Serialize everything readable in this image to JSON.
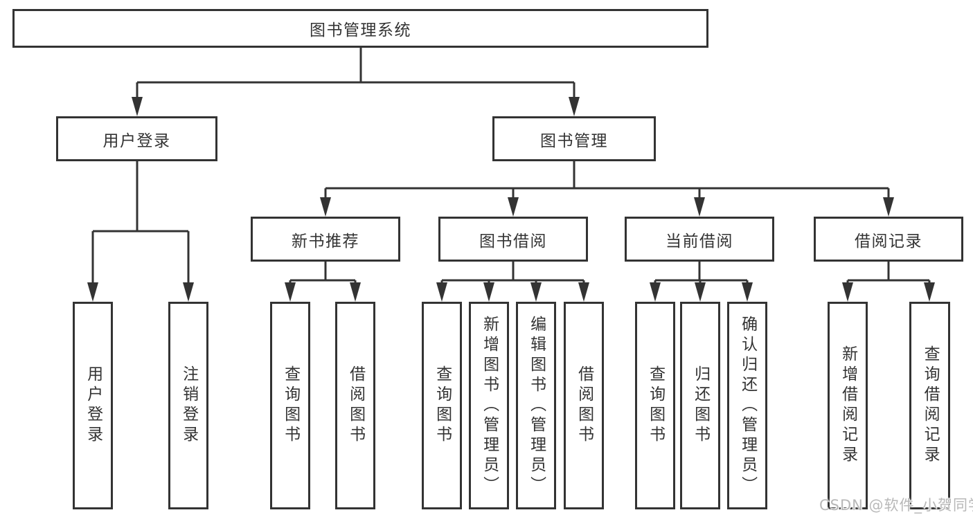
{
  "tree": {
    "label": "图书管理系统",
    "children": [
      {
        "label": "用户登录",
        "children": [
          {
            "label": "用户登录"
          },
          {
            "label": "注销登录"
          }
        ]
      },
      {
        "label": "图书管理",
        "children": [
          {
            "label": "新书推荐",
            "children": [
              {
                "label": "查询图书"
              },
              {
                "label": "借阅图书"
              }
            ]
          },
          {
            "label": "图书借阅",
            "children": [
              {
                "label": "查询图书"
              },
              {
                "label": "新增图书（管理员）"
              },
              {
                "label": "编辑图书（管理员）"
              },
              {
                "label": "借阅图书"
              }
            ]
          },
          {
            "label": "当前借阅",
            "children": [
              {
                "label": "查询图书"
              },
              {
                "label": "归还图书"
              },
              {
                "label": "确认归还（管理员）"
              }
            ]
          },
          {
            "label": "借阅记录",
            "children": [
              {
                "label": "新增借阅记录"
              },
              {
                "label": "查询借阅记录"
              }
            ]
          }
        ]
      }
    ]
  },
  "watermark": "CSDN @软件_小贺同学",
  "colors": {
    "line": "#333333",
    "box_border": "#333333",
    "text": "#333333",
    "watermark_text": "#b8b8b8",
    "background": "#ffffff"
  }
}
